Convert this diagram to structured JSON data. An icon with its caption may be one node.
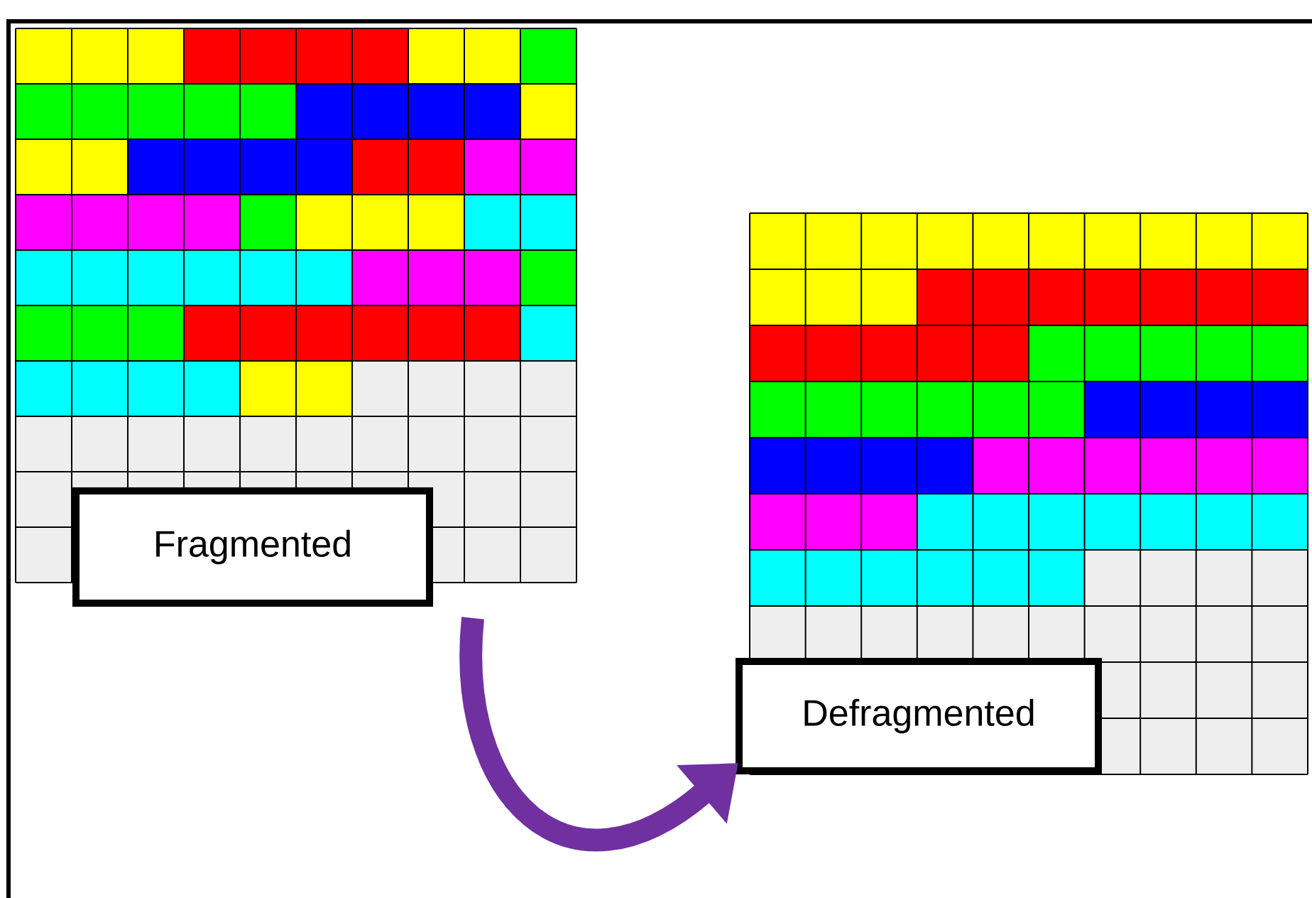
{
  "diagram": {
    "nodes": [
      {
        "text": [
          "Fragmented"
        ]
      },
      {
        "text": [
          "Defragmented"
        ]
      }
    ],
    "edges": [
      {
        "from": 0,
        "to": 1,
        "arrow": "to",
        "color": "#7030a0"
      }
    ]
  }
}
